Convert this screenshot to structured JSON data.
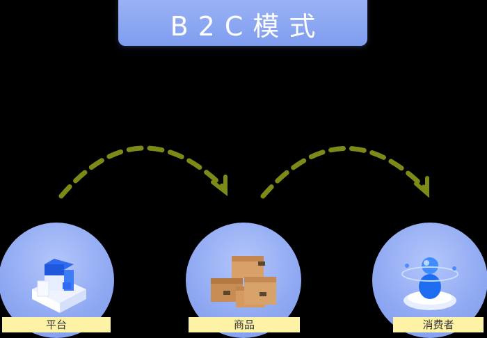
{
  "title": "B2C模式",
  "nodes": [
    {
      "label": "平台",
      "icon": "building-blocks-icon"
    },
    {
      "label": "商品",
      "icon": "cardboard-boxes-icon"
    },
    {
      "label": "消费者",
      "icon": "person-orb-icon"
    }
  ],
  "colors": {
    "background": "#000000",
    "title_box": "#8fa9f2",
    "node_circle": "#9bb3f5",
    "arrow": "#7e8a17",
    "label_bg": "#fef3a4"
  }
}
